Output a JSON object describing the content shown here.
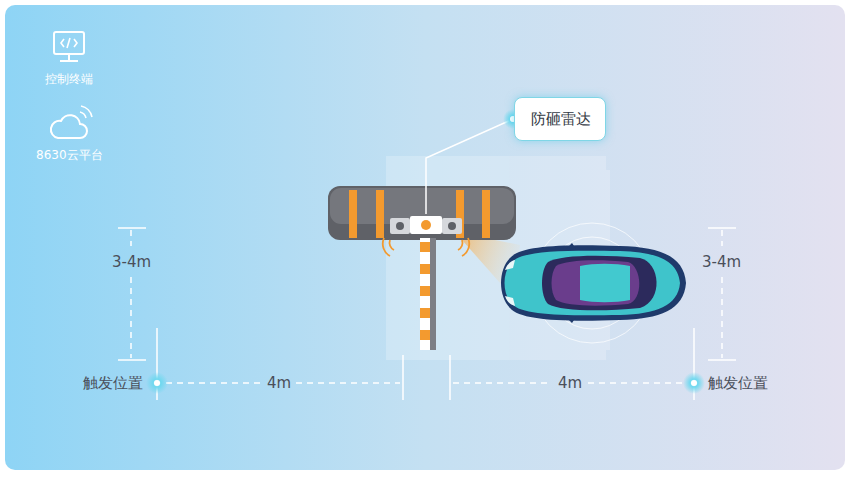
{
  "diagram": {
    "nodes": [
      {
        "text": [
          "防砸雷达"
        ]
      }
    ],
    "labels": [
      "控制终端",
      "8630云平台",
      "3-4m",
      "3-4m",
      "触发位置",
      "4m",
      "4m",
      "触发位置"
    ]
  }
}
